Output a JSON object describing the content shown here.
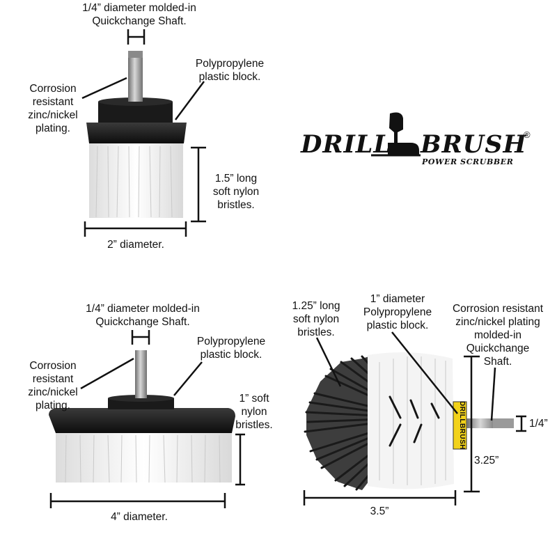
{
  "brand": {
    "word1": "DRILL",
    "word2": "BRUSH",
    "registered": "®",
    "tagline": "POWER SCRUBBER",
    "collar_text": "DRILLBRUSH"
  },
  "brush_2in": {
    "shaft_label": [
      "1/4” diameter molded-in",
      "Quickchange Shaft."
    ],
    "plating_label": [
      "Corrosion",
      "resistant",
      "zinc/nickel",
      "plating."
    ],
    "block_label": [
      "Polypropylene",
      "plastic block."
    ],
    "bristle_label": [
      "1.5” long",
      "soft nylon",
      "bristles."
    ],
    "diameter_label": "2” diameter."
  },
  "brush_4in": {
    "shaft_label": [
      "1/4” diameter molded-in",
      "Quickchange Shaft."
    ],
    "plating_label": [
      "Corrosion",
      "resistant",
      "zinc/nickel",
      "plating."
    ],
    "block_label": [
      "Polypropylene",
      "plastic block."
    ],
    "bristle_label": [
      "1” soft",
      "nylon",
      "bristles."
    ],
    "diameter_label": "4” diameter."
  },
  "brush_round": {
    "bristle_label": [
      "1.25” long",
      "soft nylon",
      "bristles."
    ],
    "block_label": [
      "1” diameter",
      "Polypropylene",
      "plastic block."
    ],
    "plating_label": [
      "Corrosion resistant",
      "zinc/nickel plating",
      "molded-in",
      "Quickchange",
      "Shaft."
    ],
    "shaft_dim": "1/4”",
    "height_label": "3.25”",
    "width_label": "3.5”"
  },
  "colors": {
    "black": "#111111",
    "block": "#1c1c1c",
    "bristle_white": "#f2f2f2",
    "shaft_steel": "#9a9a9a",
    "collar_yellow": "#f2d21a"
  }
}
